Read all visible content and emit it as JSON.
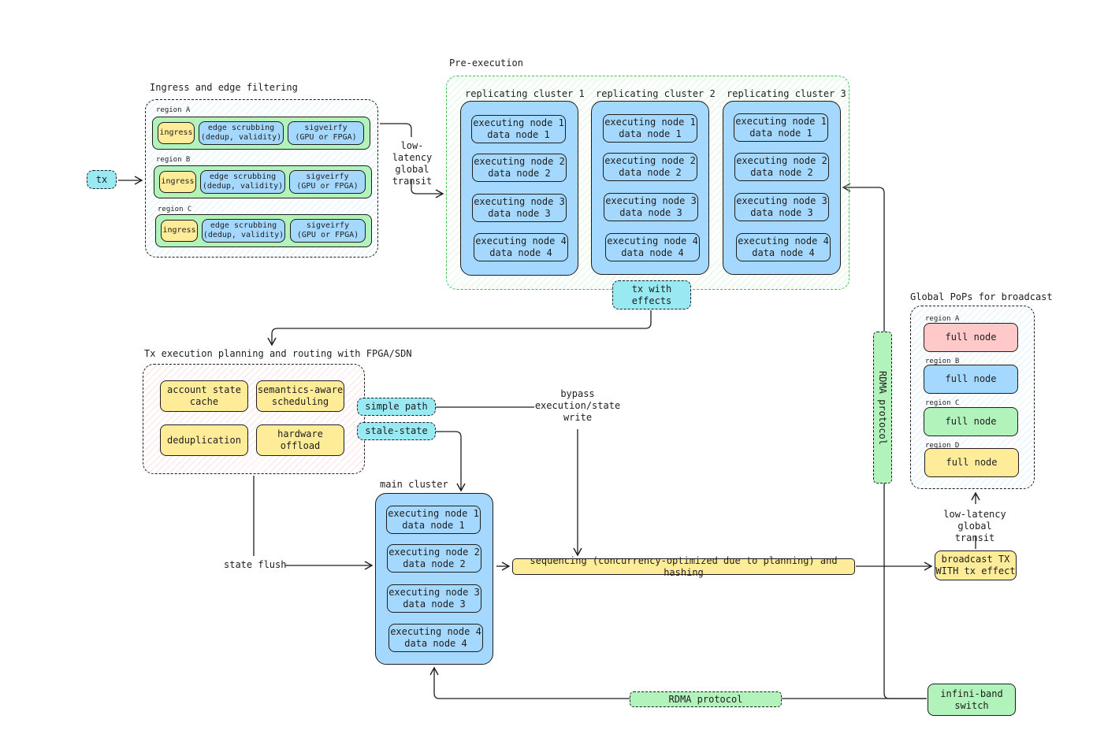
{
  "ingress_group": {
    "title": "Ingress and edge filtering",
    "regions": [
      {
        "label": "region A",
        "ingress": "ingress",
        "scrub": "edge scrubbing\n(dedup, validity)",
        "sig": "sigveirfy\n(GPU or FPGA)"
      },
      {
        "label": "region B",
        "ingress": "ingress",
        "scrub": "edge scrubbing\n(dedup, validity)",
        "sig": "sigveirfy\n(GPU or FPGA)"
      },
      {
        "label": "region C",
        "ingress": "ingress",
        "scrub": "edge scrubbing\n(dedup, validity)",
        "sig": "sigveirfy\n(GPU or FPGA)"
      }
    ]
  },
  "tx_label": "tx",
  "transit_label": "low-latency\nglobal\ntransit",
  "pre_execution": {
    "title": "Pre-execution",
    "clusters": [
      {
        "title": "replicating cluster 1"
      },
      {
        "title": "replicating cluster 2"
      },
      {
        "title": "replicating cluster 3"
      }
    ],
    "nodes": [
      {
        "exec": "executing node 1",
        "data": "data node 1"
      },
      {
        "exec": "executing node 2",
        "data": "data node 2"
      },
      {
        "exec": "executing node 3",
        "data": "data node 3"
      },
      {
        "exec": "executing node 4",
        "data": "data node 4"
      }
    ],
    "output": "tx with\neffects"
  },
  "planning": {
    "title": "Tx execution planning and routing with FPGA/SDN",
    "items": [
      "account state\ncache",
      "semantics-aware\nscheduling",
      "deduplication",
      "hardware\noffload"
    ]
  },
  "paths": {
    "simple": "simple path",
    "stale": "stale-state",
    "bypass": "bypass\nexecution/state\nwrite",
    "state_flush": "state flush"
  },
  "main_cluster": {
    "title": "main cluster",
    "nodes": [
      {
        "exec": "executing node 1",
        "data": "data node 1"
      },
      {
        "exec": "executing node 2",
        "data": "data node 2"
      },
      {
        "exec": "executing node 3",
        "data": "data node 3"
      },
      {
        "exec": "executing node 4",
        "data": "data node 4"
      }
    ]
  },
  "sequencing": "sequencing (concurrency-optimized due to planning) and hashing",
  "broadcast": "broadcast TX\nWITH tx effect",
  "broadcast_transit": "low-latency global\ntransit",
  "pops": {
    "title": "Global PoPs for broadcast",
    "regions": [
      {
        "label": "region A",
        "node": "full node",
        "color": "#ffc9c9"
      },
      {
        "label": "region B",
        "node": "full node",
        "color": "#a5d8ff"
      },
      {
        "label": "region C",
        "node": "full node",
        "color": "#b2f2bb"
      },
      {
        "label": "region D",
        "node": "full node",
        "color": "#ffec99"
      }
    ]
  },
  "rdma_vertical": "RDMA protocol",
  "rdma_horizontal": "RDMA protocol",
  "switch": "infini-band\nswitch"
}
